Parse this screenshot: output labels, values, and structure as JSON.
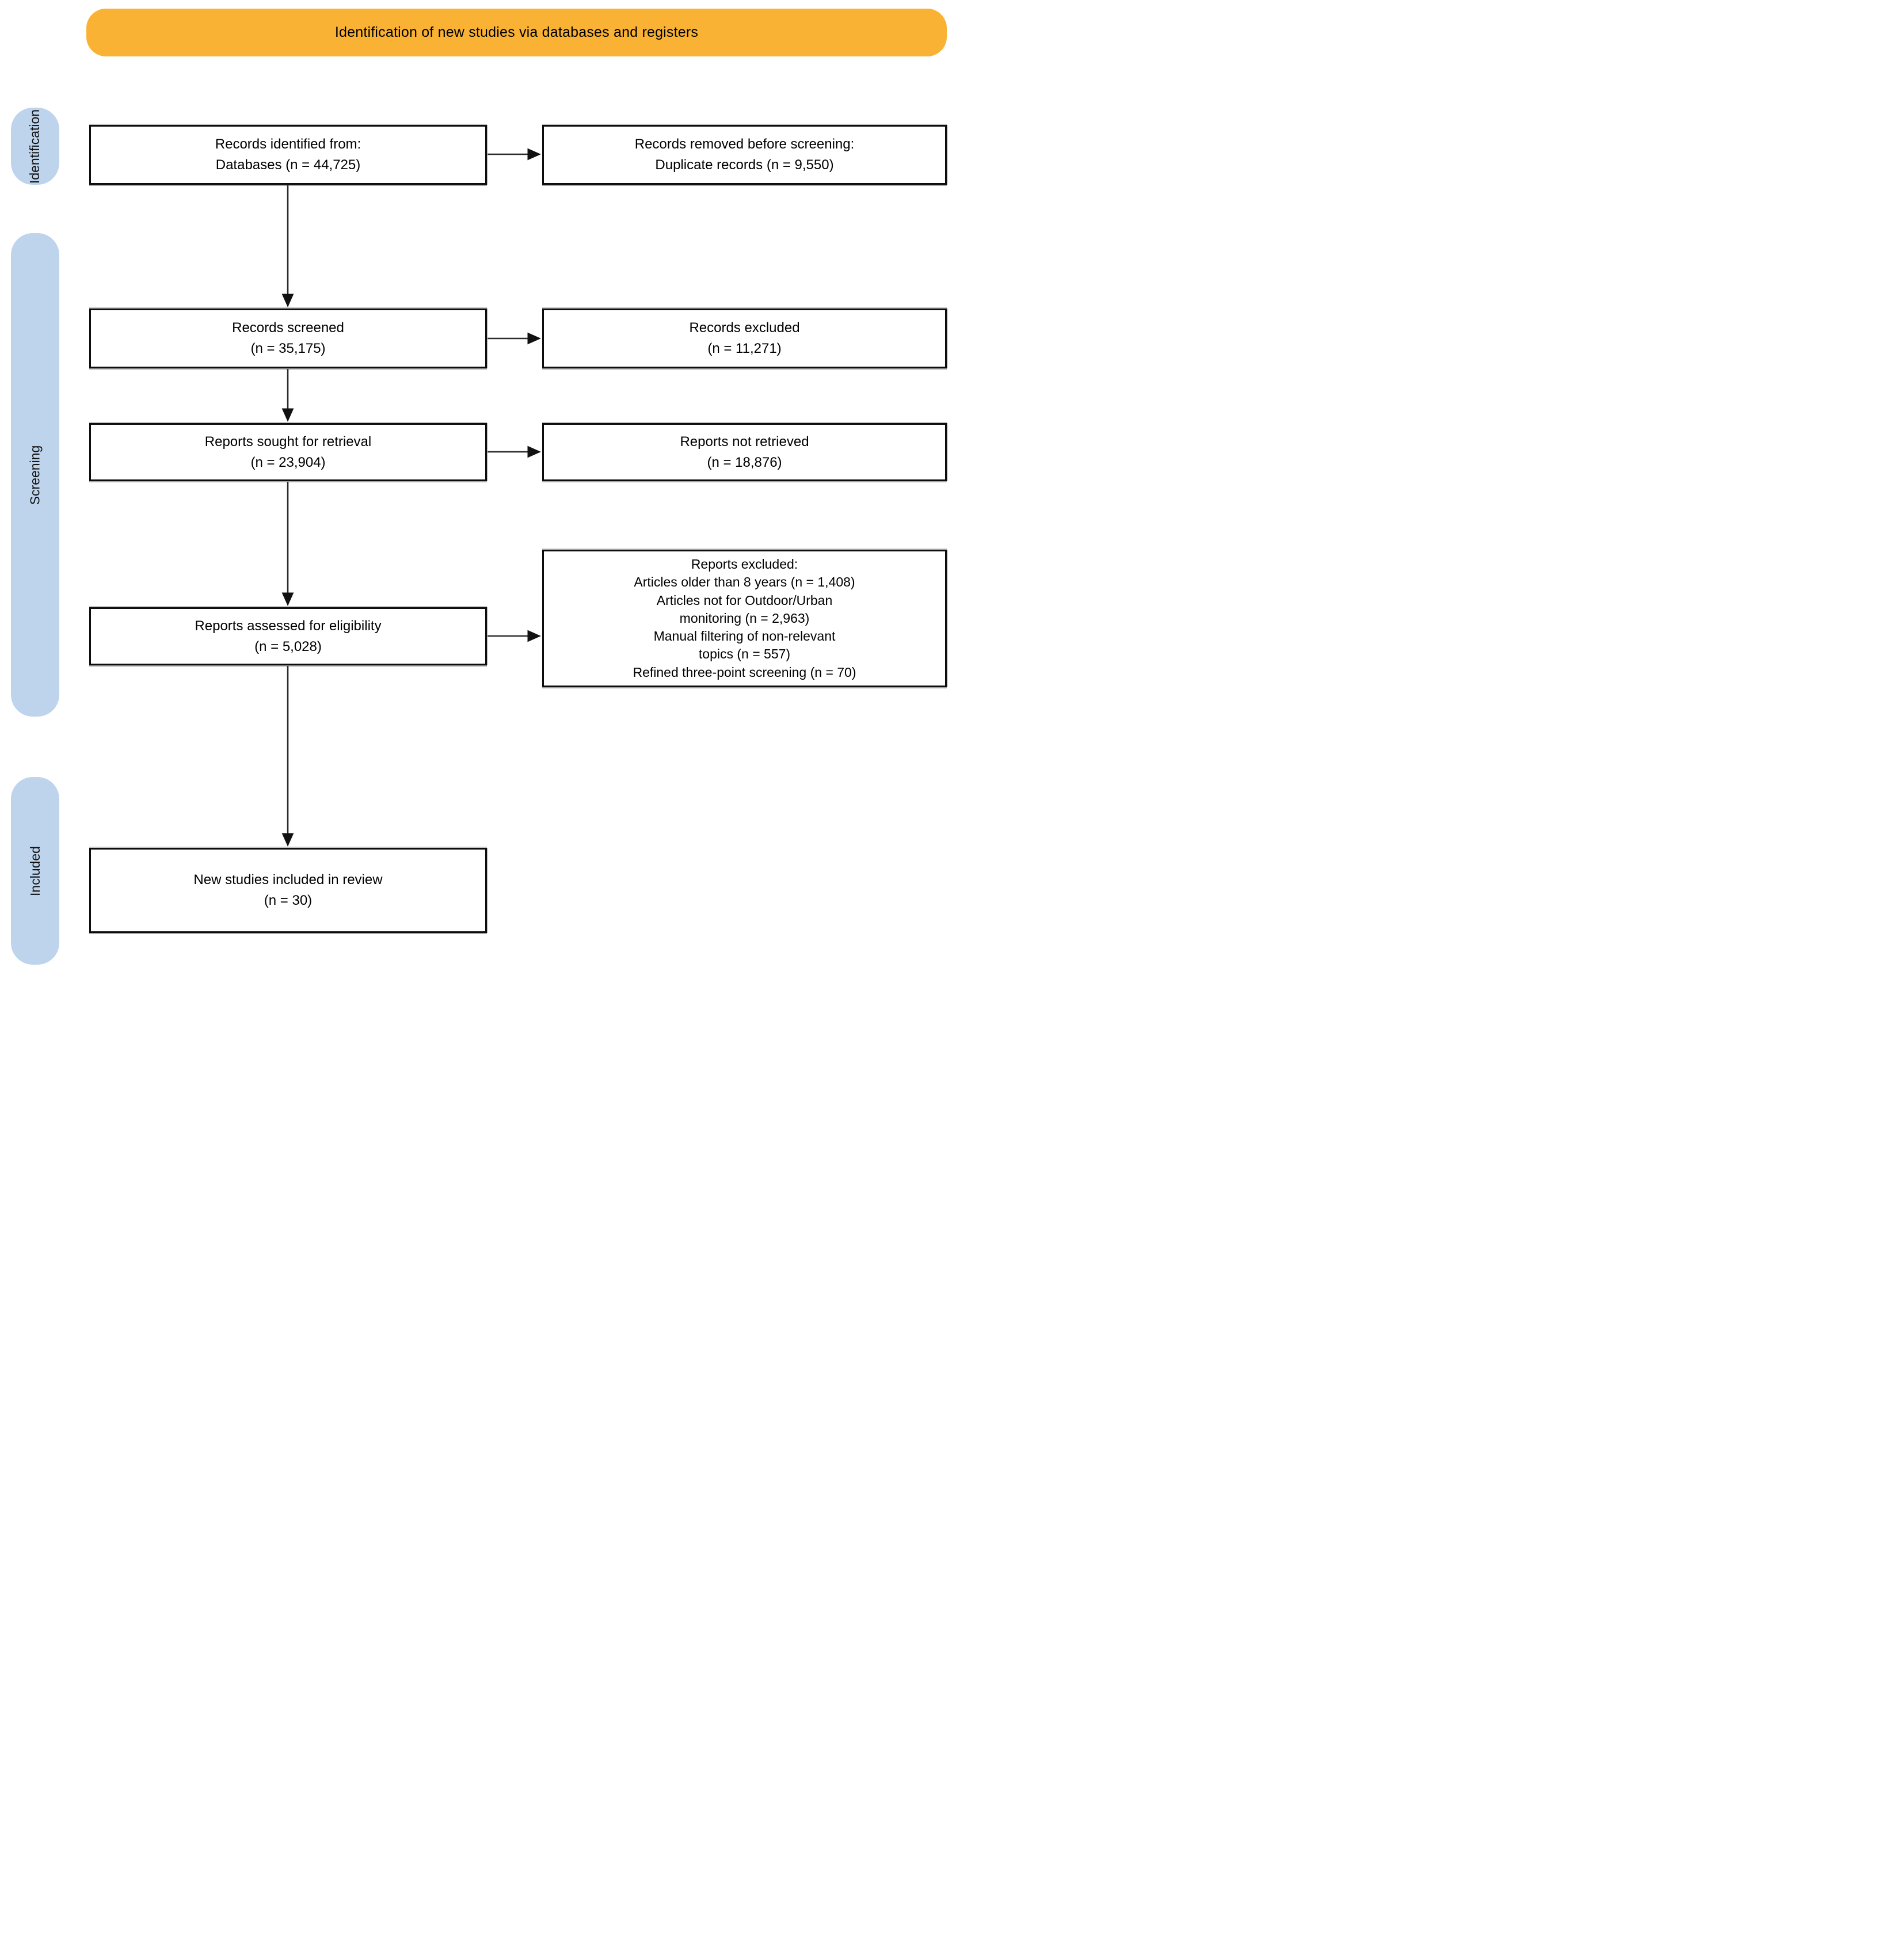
{
  "figure": {
    "banner": "Identification of new studies via databases and registers"
  },
  "stage_labels": [
    {
      "label": "Identification"
    },
    {
      "label": "Screening"
    },
    {
      "label": "Included"
    }
  ],
  "main_flow": [
    {
      "lines": [
        "Records identified from:",
        "Databases (n = 44,725)"
      ]
    },
    {
      "lines": [
        "Records screened",
        "(n = 35,175)"
      ]
    },
    {
      "lines": [
        "Reports sought for retrieval",
        "(n = 23,904)"
      ]
    },
    {
      "lines": [
        "Reports assessed for eligibility",
        "(n = 5,028)"
      ]
    },
    {
      "lines": [
        "New studies included in review",
        "(n = 30)"
      ]
    }
  ],
  "exclusion_flow": [
    {
      "lines": [
        "Records removed before screening:",
        "Duplicate records (n = 9,550)"
      ]
    },
    {
      "lines": [
        "Records excluded",
        "(n = 11,271)"
      ]
    },
    {
      "lines": [
        "Reports not retrieved",
        "(n = 18,876)"
      ]
    },
    {
      "lines": [
        "Reports excluded:",
        "Articles older than 8 years (n = 1,408)",
        "Articles not for Outdoor/Urban",
        "monitoring (n = 2,963)",
        "Manual filtering of non-relevant",
        "topics (n = 557)",
        "Refined three-point screening (n = 70)"
      ]
    }
  ],
  "colors": {
    "banner_bg": "#F9B233",
    "stage_pill_bg": "#BDD4EC",
    "box_bg": "#FFFFFF",
    "box_border": "#0D0D0D",
    "arrow": "#2B2B2B"
  }
}
